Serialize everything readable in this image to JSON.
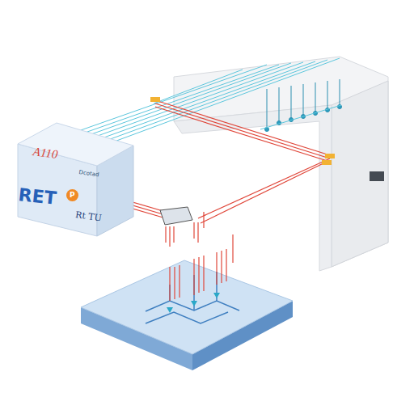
{
  "diagram": {
    "nodes": [
      {
        "text": [
          "A110",
          "Dcotad",
          "RET",
          "P",
          "Rt TU"
        ]
      }
    ]
  }
}
